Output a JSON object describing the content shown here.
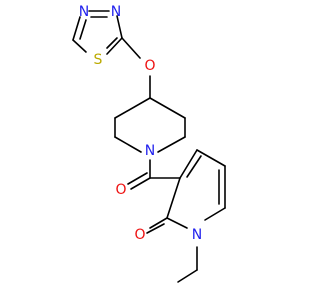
{
  "molecule": {
    "atoms": {
      "n_thiadiazole_1": {
        "symbol": "N"
      },
      "n_thiadiazole_2": {
        "symbol": "N"
      },
      "s_thiadiazole": {
        "symbol": "S"
      },
      "o_ether": {
        "symbol": "O"
      },
      "n_piperidine": {
        "symbol": "N"
      },
      "o_carbonyl": {
        "symbol": "O"
      },
      "o_pyridone": {
        "symbol": "O"
      },
      "n_pyridone": {
        "symbol": "N"
      }
    },
    "colors": {
      "bond": "#000000",
      "N": "#2222ee",
      "O": "#ee1111",
      "S": "#bbaa00"
    }
  }
}
